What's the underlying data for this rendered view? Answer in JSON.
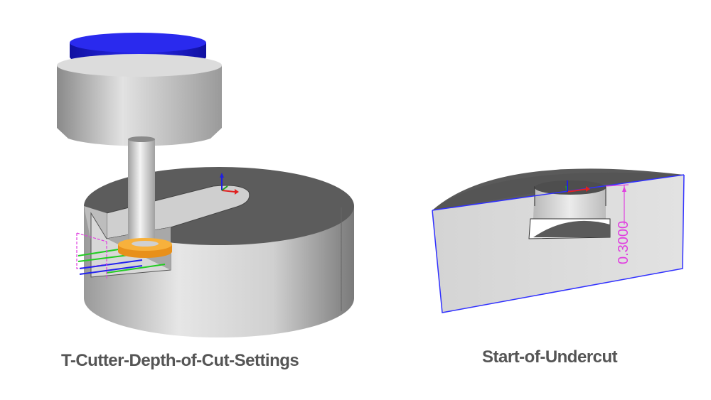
{
  "captions": {
    "left": "T-Cutter-Depth-of-Cut-Settings",
    "right": "Start-of-Undercut"
  },
  "dimension": {
    "value": "0.3000"
  },
  "colors": {
    "holder_top": "#1515d8",
    "holder_body": "#c8c8c8",
    "cutter_disc": "#f5a623",
    "part_face": "#d9d9d9",
    "part_top": "#5a5a5a",
    "dimension": "#e040e0",
    "edge_highlight": "#3030ff",
    "toolpath_green": "#22cc22",
    "toolpath_blue": "#2222ee",
    "axis_x": "#e02020",
    "axis_y": "#20a020",
    "axis_z": "#2020e0"
  },
  "icons": {
    "left_triad": "xyz-axis-triad",
    "right_triad": "xyz-axis-triad"
  }
}
